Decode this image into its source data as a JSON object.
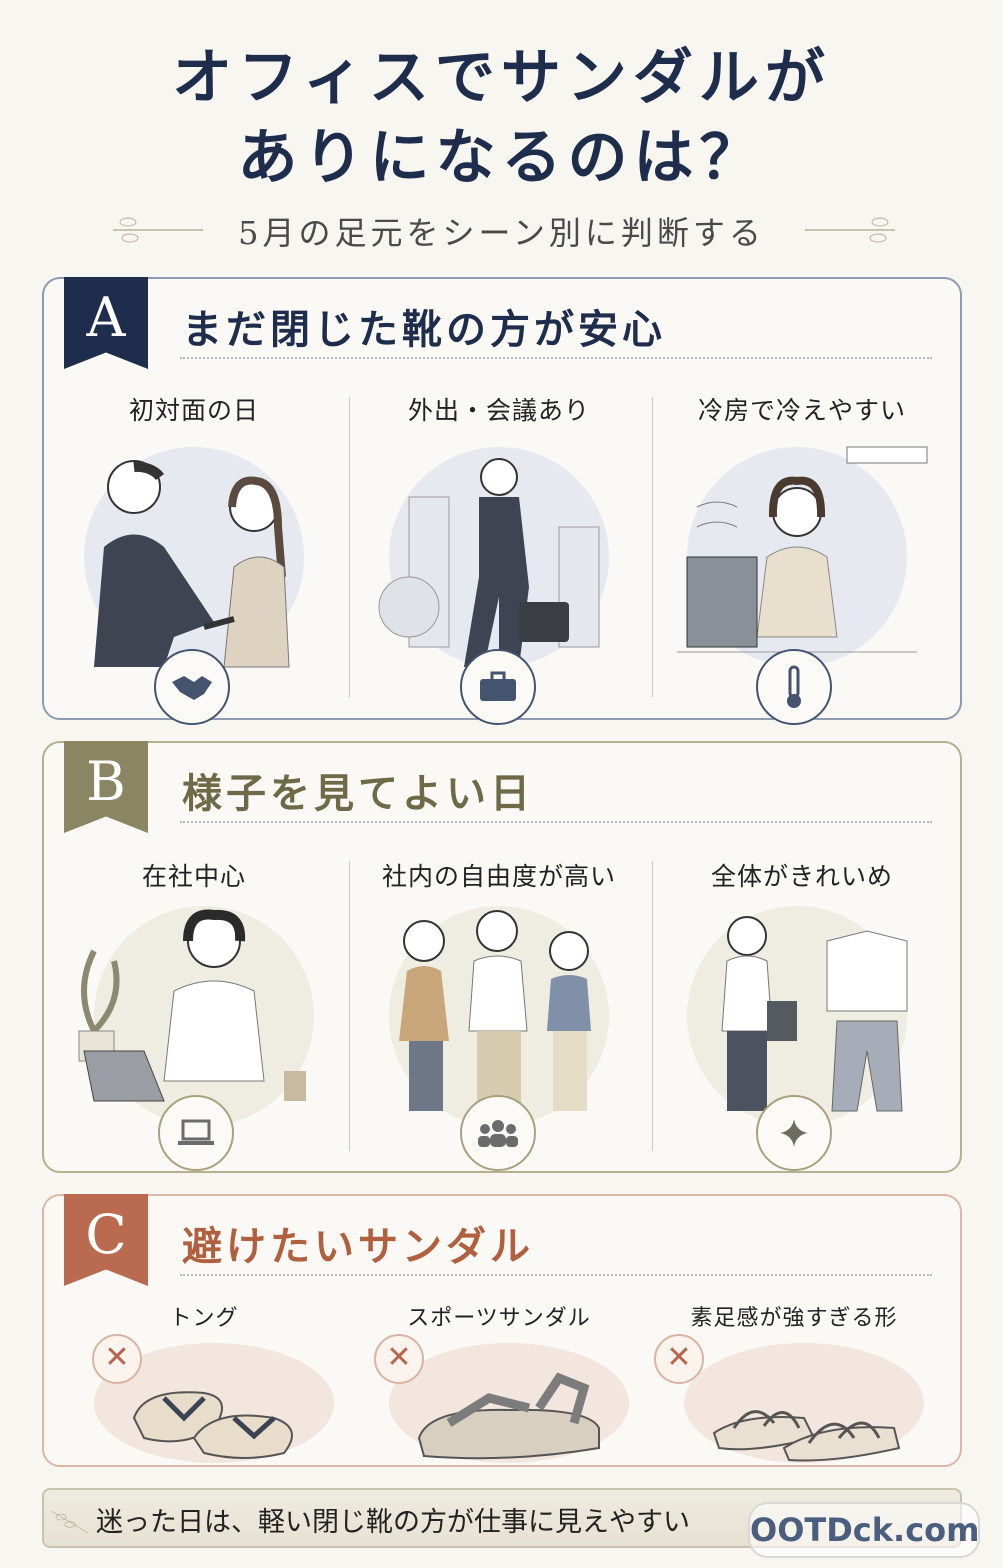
{
  "title": {
    "line1": "オフィスでサンダルが",
    "line2": "ありになるのは？",
    "subtitle": "5月の足元をシーン別に判断する"
  },
  "colors": {
    "a": "#1f2d4d",
    "b": "#8a8663",
    "c": "#b96a4f"
  },
  "sections": [
    {
      "letter": "A",
      "heading": "まだ閉じた靴の方が安心",
      "items": [
        {
          "label": "初対面の日",
          "icon": "handshake-icon"
        },
        {
          "label": "外出・会議あり",
          "icon": "briefcase-icon"
        },
        {
          "label": "冷房で冷えやすい",
          "icon": "thermometer-icon"
        }
      ]
    },
    {
      "letter": "B",
      "heading": "様子を見てよい日",
      "items": [
        {
          "label": "在社中心",
          "icon": "laptop-icon"
        },
        {
          "label": "社内の自由度が高い",
          "icon": "people-icon"
        },
        {
          "label": "全体がきれいめ",
          "icon": "sparkle-icon"
        }
      ]
    },
    {
      "letter": "C",
      "heading": "避けたいサンダル",
      "items": [
        {
          "label": "トング",
          "icon": "x-icon"
        },
        {
          "label": "スポーツサンダル",
          "icon": "x-icon"
        },
        {
          "label": "素足感が強すぎる形",
          "icon": "x-icon"
        }
      ]
    }
  ],
  "banner": {
    "text": "迷った日は、軽い閉じ靴の方が仕事に見えやすい"
  },
  "watermark": "OOTDck.com"
}
